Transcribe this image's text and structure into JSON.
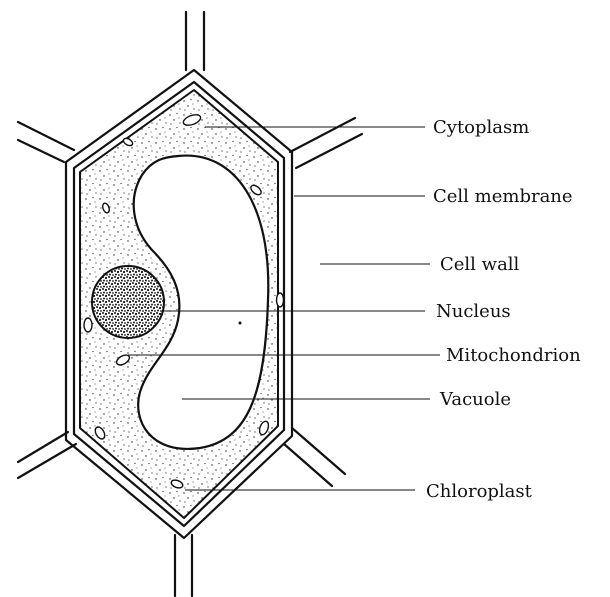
{
  "labels": {
    "cytoplasm": "Cytoplasm",
    "cell_membrane": "Cell membrane",
    "cell_wall": "Cell wall",
    "nucleus": "Nucleus",
    "mitochondrion": "Mitochondrion",
    "vacuole": "Vacuole",
    "chloroplast": "Chloroplast"
  }
}
